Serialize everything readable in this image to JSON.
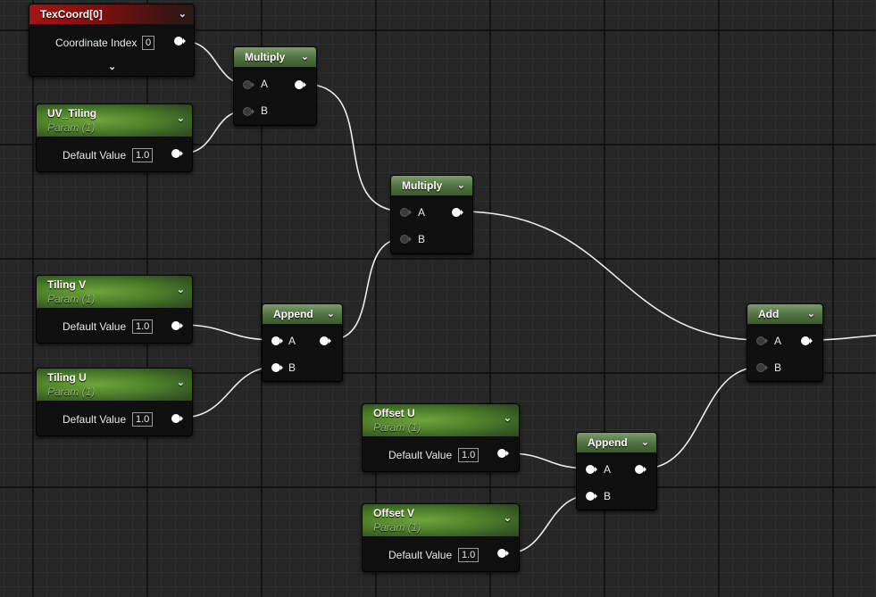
{
  "nodes": {
    "texcoord": {
      "title": "TexCoord[0]",
      "pin_label": "Coordinate Index",
      "value": "0"
    },
    "multiply1": {
      "title": "Multiply",
      "in_a": "A",
      "in_b": "B"
    },
    "uv_tiling": {
      "title": "UV_Tiling",
      "subtitle": "Param (1)",
      "pin_label": "Default Value",
      "value": "1.0"
    },
    "multiply2": {
      "title": "Multiply",
      "in_a": "A",
      "in_b": "B"
    },
    "tiling_v": {
      "title": "Tiling V",
      "subtitle": "Param (1)",
      "pin_label": "Default Value",
      "value": "1.0"
    },
    "append1": {
      "title": "Append",
      "in_a": "A",
      "in_b": "B"
    },
    "tiling_u": {
      "title": "Tiling U",
      "subtitle": "Param (1)",
      "pin_label": "Default Value",
      "value": "1.0"
    },
    "add": {
      "title": "Add",
      "in_a": "A",
      "in_b": "B"
    },
    "offset_u": {
      "title": "Offset U",
      "subtitle": "Param (1)",
      "pin_label": "Default Value",
      "value": "1.0"
    },
    "append2": {
      "title": "Append",
      "in_a": "A",
      "in_b": "B"
    },
    "offset_v": {
      "title": "Offset V",
      "subtitle": "Param (1)",
      "pin_label": "Default Value",
      "value": "1.0"
    }
  },
  "icons": {
    "collapse": "chevron-down-icon",
    "expand": "expand-arrow-icon",
    "pin": "exec-pin-icon"
  },
  "colors": {
    "canvas": "#262626",
    "wire": "#ececec",
    "texcoord_header": "#a31515",
    "param_header": "#5a8f30",
    "math_header": "#5f7f50"
  }
}
